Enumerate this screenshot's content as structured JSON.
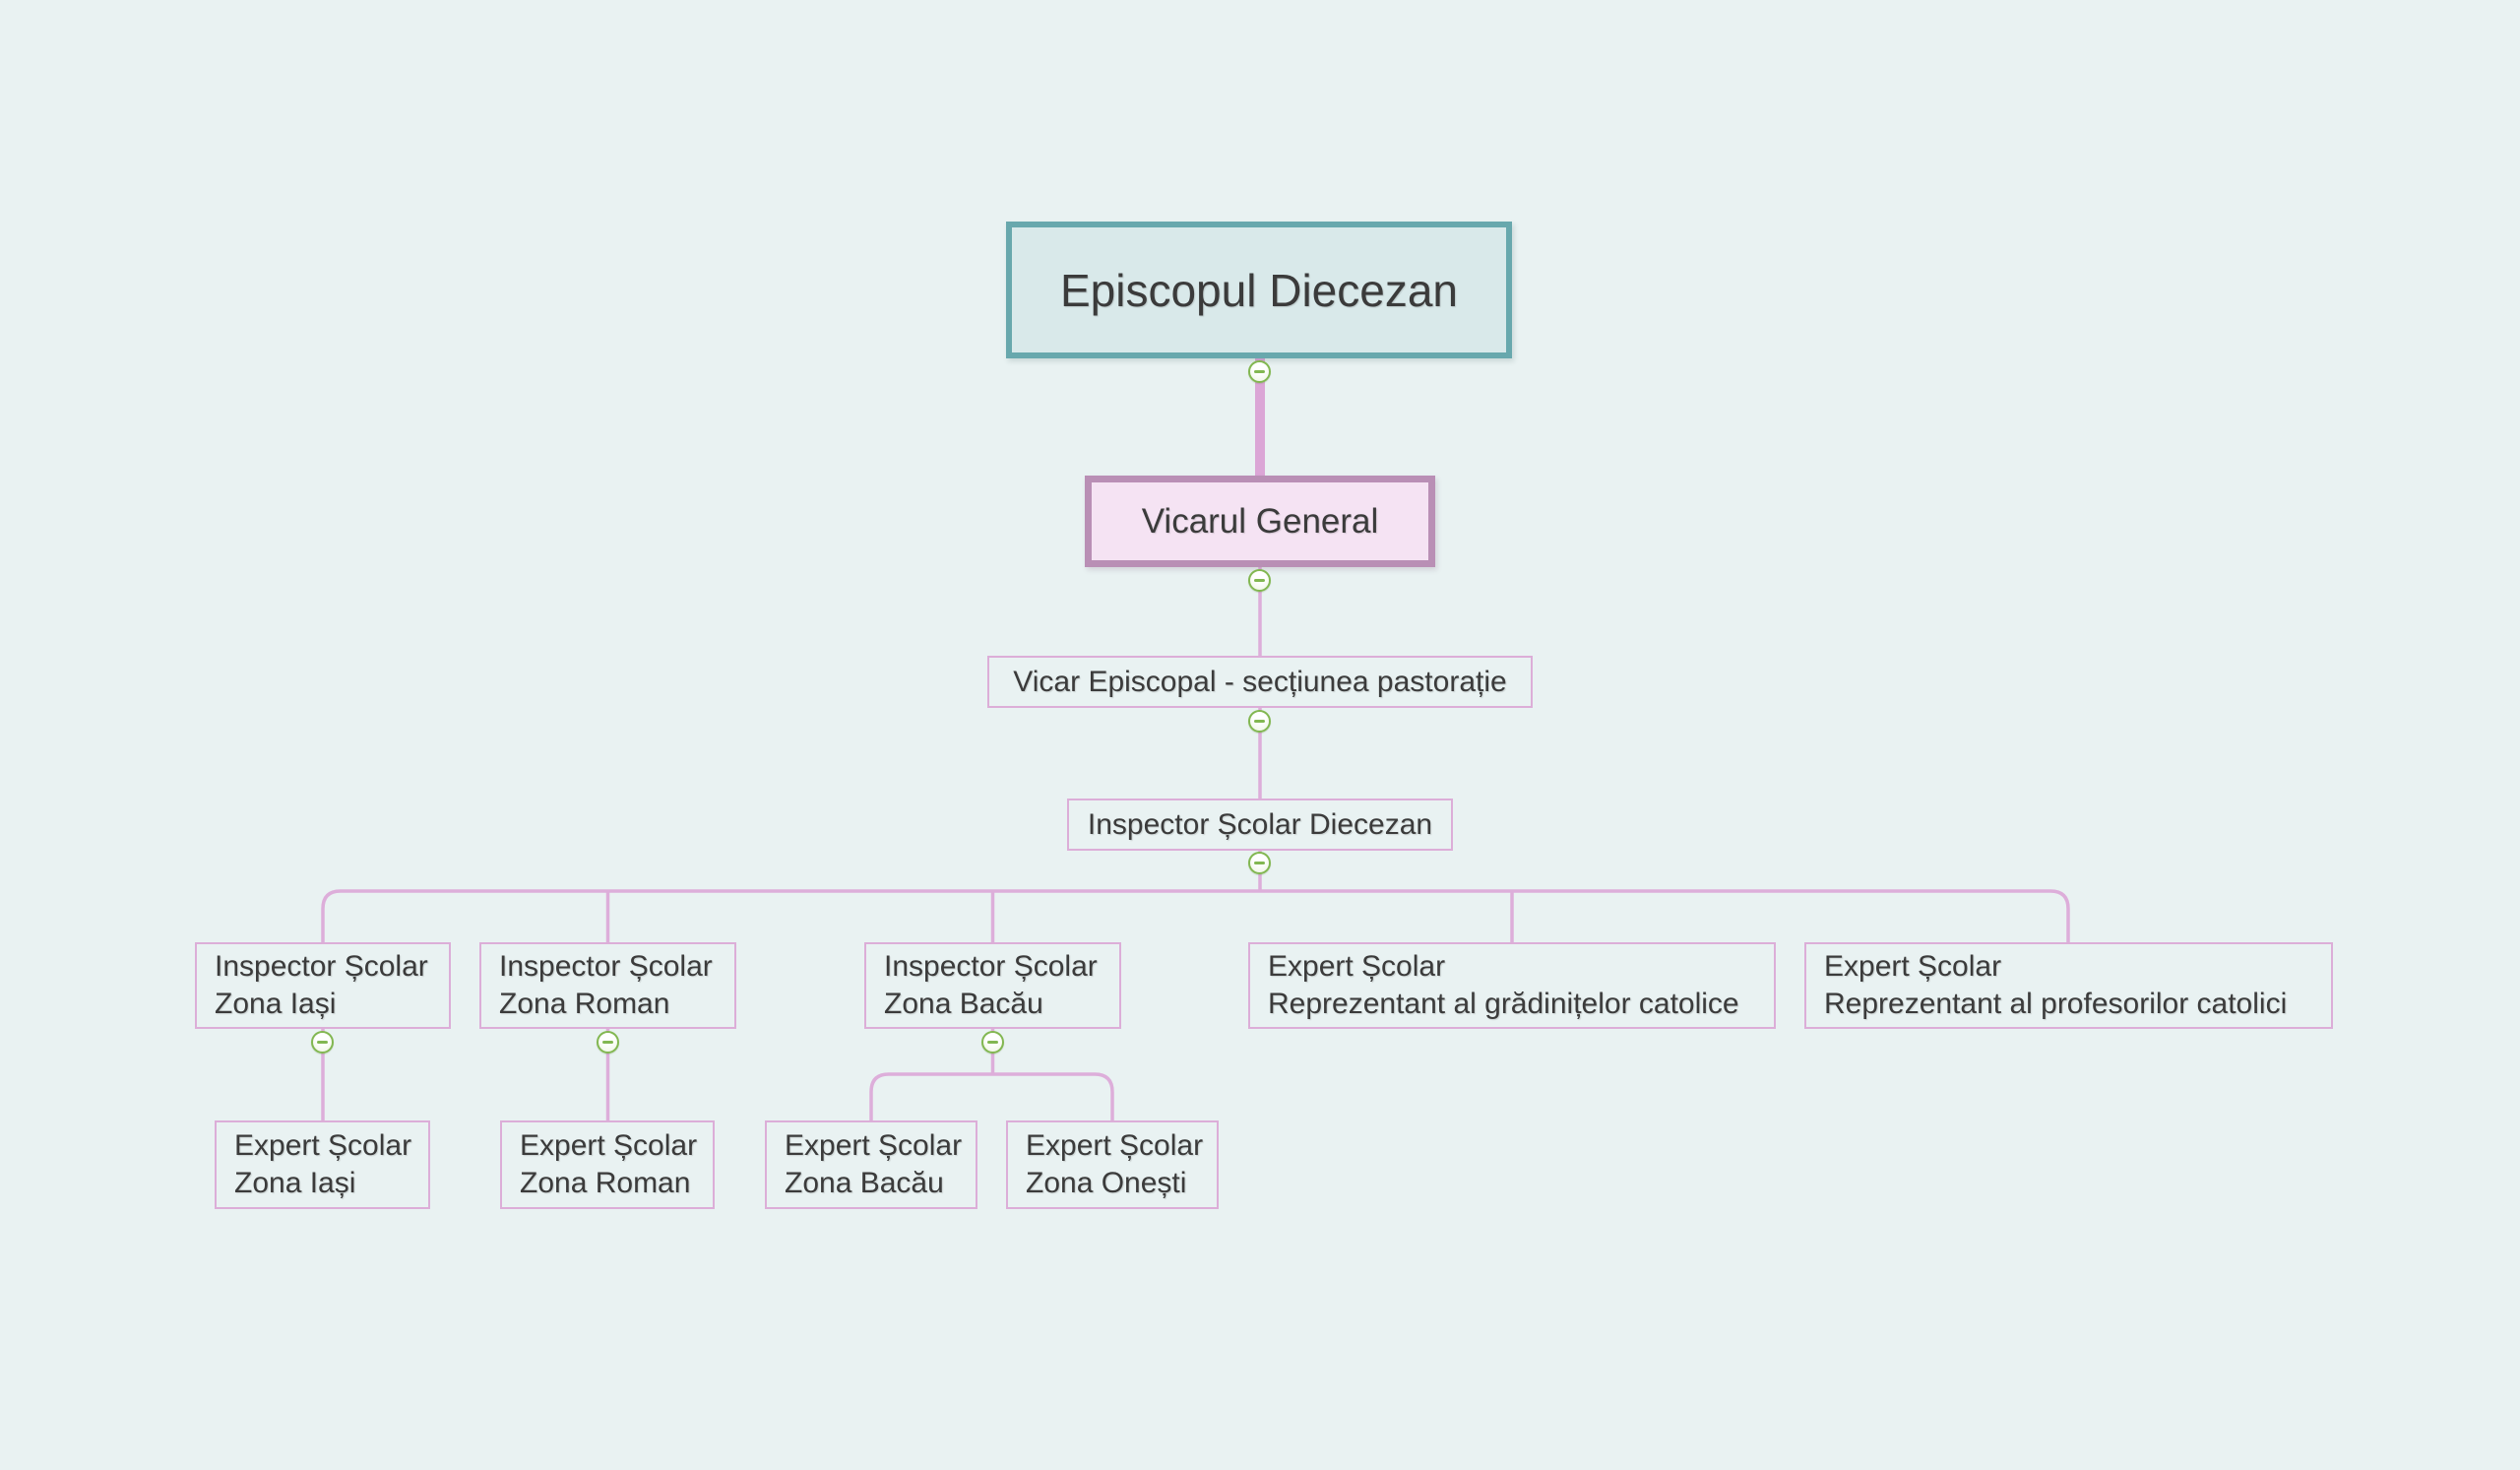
{
  "diagram": {
    "type": "org-chart",
    "language": "ro",
    "colors": {
      "background": "#e9f2f2",
      "level1_fill": "#d9e9ea",
      "level1_border": "#68a8ad",
      "level2_fill": "#f5e3f3",
      "level2_border": "#b98fb5",
      "thin_border": "#dcaed8",
      "connector_line": "#ddaeda",
      "connector_line_thick": "#dba6d6",
      "collapse_green": "#82b751",
      "text": "#3b3b3b"
    },
    "icons": {
      "collapse": "minus-circle"
    },
    "nodes": {
      "episcopul": {
        "label": "Episcopul Diecezan"
      },
      "vicarul_general": {
        "label": "Vicarul General"
      },
      "vicar_episcopal": {
        "label": "Vicar Episcopal - secțiunea pastorație"
      },
      "inspector_diecezan": {
        "label": "Inspector Școlar Diecezan"
      },
      "insp_iasi": {
        "line1": "Inspector Școlar",
        "line2": "Zona Iași"
      },
      "insp_roman": {
        "line1": "Inspector Școlar",
        "line2": "Zona Roman"
      },
      "insp_bacau": {
        "line1": "Inspector Școlar",
        "line2": "Zona Bacău"
      },
      "expert_gradinite": {
        "line1": "Expert Școlar",
        "line2": "Reprezentant al grădinițelor catolice"
      },
      "expert_profesori": {
        "line1": "Expert Școlar",
        "line2": "Reprezentant al profesorilor catolici"
      },
      "expert_iasi": {
        "line1": "Expert Școlar",
        "line2": "Zona Iași"
      },
      "expert_roman": {
        "line1": "Expert Școlar",
        "line2": "Zona Roman"
      },
      "expert_bacau": {
        "line1": "Expert Școlar",
        "line2": "Zona Bacău"
      },
      "expert_onesti": {
        "line1": "Expert Școlar",
        "line2": "Zona Onești"
      }
    },
    "edges": [
      {
        "from": "episcopul",
        "to": "vicarul_general"
      },
      {
        "from": "vicarul_general",
        "to": "vicar_episcopal"
      },
      {
        "from": "vicar_episcopal",
        "to": "inspector_diecezan"
      },
      {
        "from": "inspector_diecezan",
        "to": "insp_iasi"
      },
      {
        "from": "inspector_diecezan",
        "to": "insp_roman"
      },
      {
        "from": "inspector_diecezan",
        "to": "insp_bacau"
      },
      {
        "from": "inspector_diecezan",
        "to": "expert_gradinite"
      },
      {
        "from": "inspector_diecezan",
        "to": "expert_profesori"
      },
      {
        "from": "insp_iasi",
        "to": "expert_iasi"
      },
      {
        "from": "insp_roman",
        "to": "expert_roman"
      },
      {
        "from": "insp_bacau",
        "to": "expert_bacau"
      },
      {
        "from": "insp_bacau",
        "to": "expert_onesti"
      }
    ]
  }
}
